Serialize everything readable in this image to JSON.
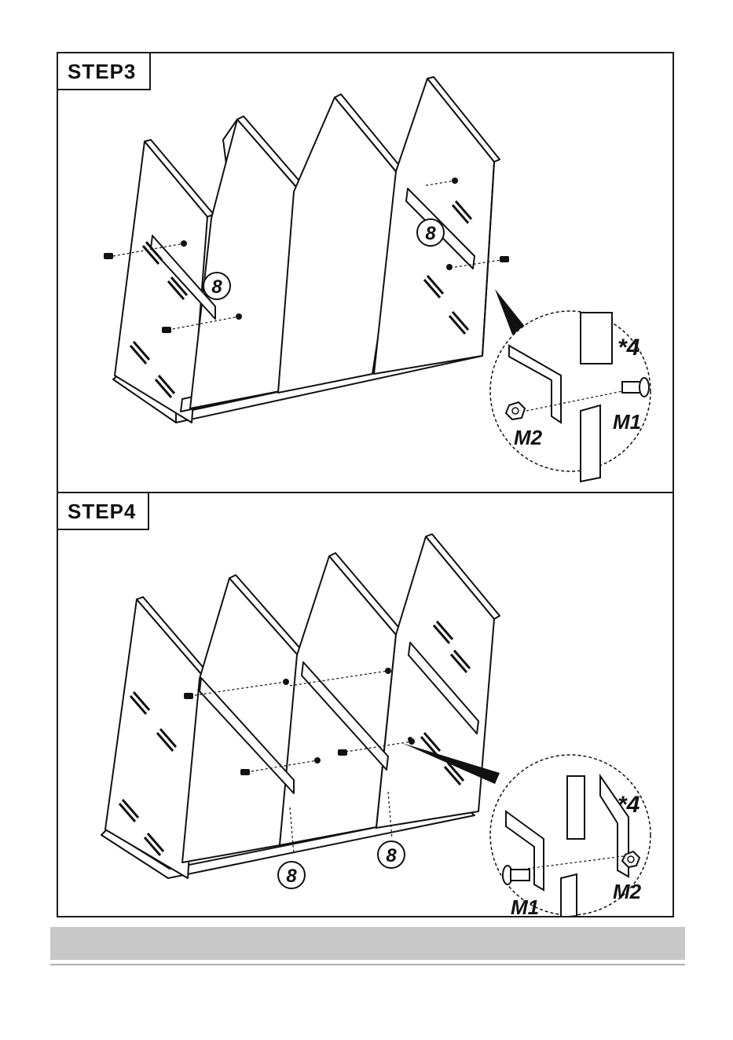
{
  "step3": {
    "title": "STEP3",
    "part_number": "8",
    "quantity": "*4",
    "bolt_label": "M1",
    "nut_label": "M2"
  },
  "step4": {
    "title": "STEP4",
    "part_number": "8",
    "quantity": "*4",
    "bolt_label": "M1",
    "nut_label": "M2"
  }
}
